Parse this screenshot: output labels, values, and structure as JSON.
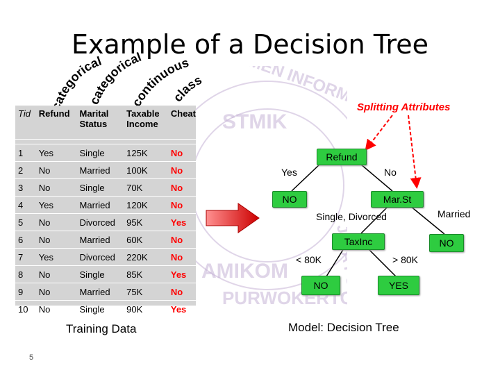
{
  "title": "Example of a Decision Tree",
  "column_types": {
    "refund": "categorical",
    "marital": "categorical",
    "income": "continuous",
    "cheat": "class"
  },
  "watermark": {
    "top": "STMIK",
    "middle": "AMIKOM",
    "bottom": "PURWOKERTO",
    "arc_left": "MEN INFORMATIKA",
    "arc_right": "JAYA PUTER"
  },
  "table": {
    "headers": {
      "tid": "Tid",
      "refund": "Refund",
      "marital": "Marital Status",
      "income": "Taxable Income",
      "cheat": "Cheat"
    },
    "rows": [
      {
        "tid": "1",
        "refund": "Yes",
        "marital": "Single",
        "income": "125K",
        "cheat": "No"
      },
      {
        "tid": "2",
        "refund": "No",
        "marital": "Married",
        "income": "100K",
        "cheat": "No"
      },
      {
        "tid": "3",
        "refund": "No",
        "marital": "Single",
        "income": "70K",
        "cheat": "No"
      },
      {
        "tid": "4",
        "refund": "Yes",
        "marital": "Married",
        "income": "120K",
        "cheat": "No"
      },
      {
        "tid": "5",
        "refund": "No",
        "marital": "Divorced",
        "income": "95K",
        "cheat": "Yes"
      },
      {
        "tid": "6",
        "refund": "No",
        "marital": "Married",
        "income": "60K",
        "cheat": "No"
      },
      {
        "tid": "7",
        "refund": "Yes",
        "marital": "Divorced",
        "income": "220K",
        "cheat": "No"
      },
      {
        "tid": "8",
        "refund": "No",
        "marital": "Single",
        "income": "85K",
        "cheat": "Yes"
      },
      {
        "tid": "9",
        "refund": "No",
        "marital": "Married",
        "income": "75K",
        "cheat": "No"
      },
      {
        "tid": "10",
        "refund": "No",
        "marital": "Single",
        "income": "90K",
        "cheat": "Yes"
      }
    ]
  },
  "splitting_label": "Splitting Attributes",
  "tree": {
    "root": "Refund",
    "root_yes": "Yes",
    "root_no": "No",
    "leaf_no_1": "NO",
    "marst": "Mar.St",
    "marst_left": "Single, Divorced",
    "marst_right": "Married",
    "taxinc": "TaxInc",
    "leaf_no_2": "NO",
    "taxinc_left": "< 80K",
    "taxinc_right": "> 80K",
    "leaf_no_3": "NO",
    "leaf_yes": "YES"
  },
  "training_label": "Training Data",
  "model_label": "Model:  Decision Tree",
  "page_number": "5",
  "colors": {
    "accent_red": "#ff0000",
    "node_green": "#2ecc40",
    "table_bg": "#d4d4d4",
    "watermark": "#c6b3d6"
  }
}
